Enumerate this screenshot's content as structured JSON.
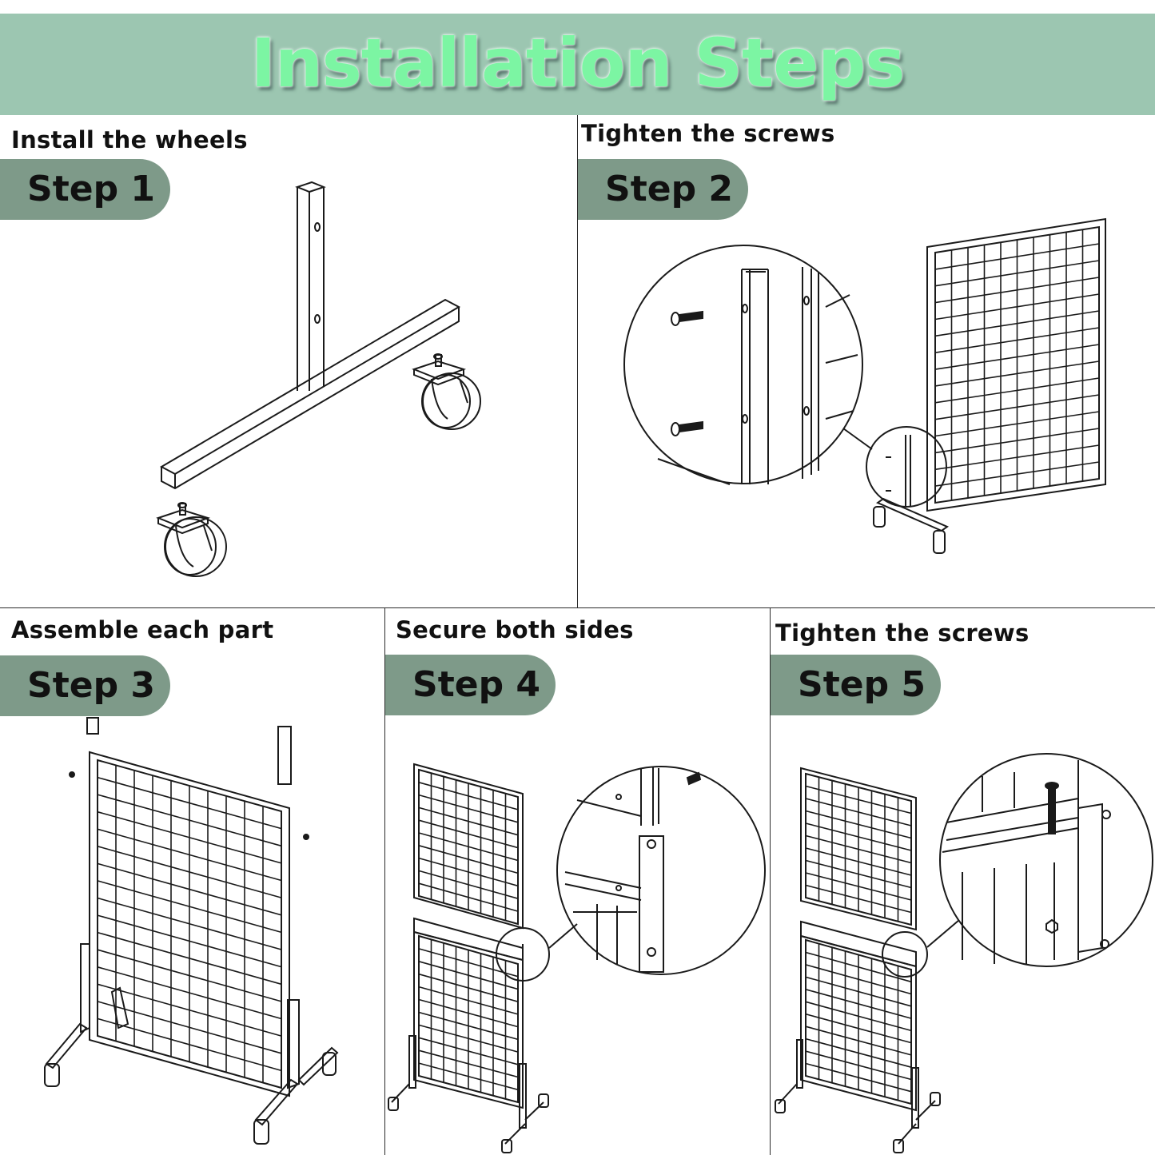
{
  "header": {
    "title": "Installation Steps"
  },
  "steps": [
    {
      "caption": "Install the wheels",
      "label": "Step 1"
    },
    {
      "caption": "Tighten the screws",
      "label": "Step 2"
    },
    {
      "caption": "Assemble each part",
      "label": "Step 3"
    },
    {
      "caption": "Secure both sides",
      "label": "Step 4"
    },
    {
      "caption": "Tighten the screws",
      "label": "Step 5"
    }
  ],
  "colors": {
    "banner": "#9cc6b1",
    "title": "#7cf5a3",
    "pill": "#7e9a89",
    "line": "#2b2b2b"
  }
}
